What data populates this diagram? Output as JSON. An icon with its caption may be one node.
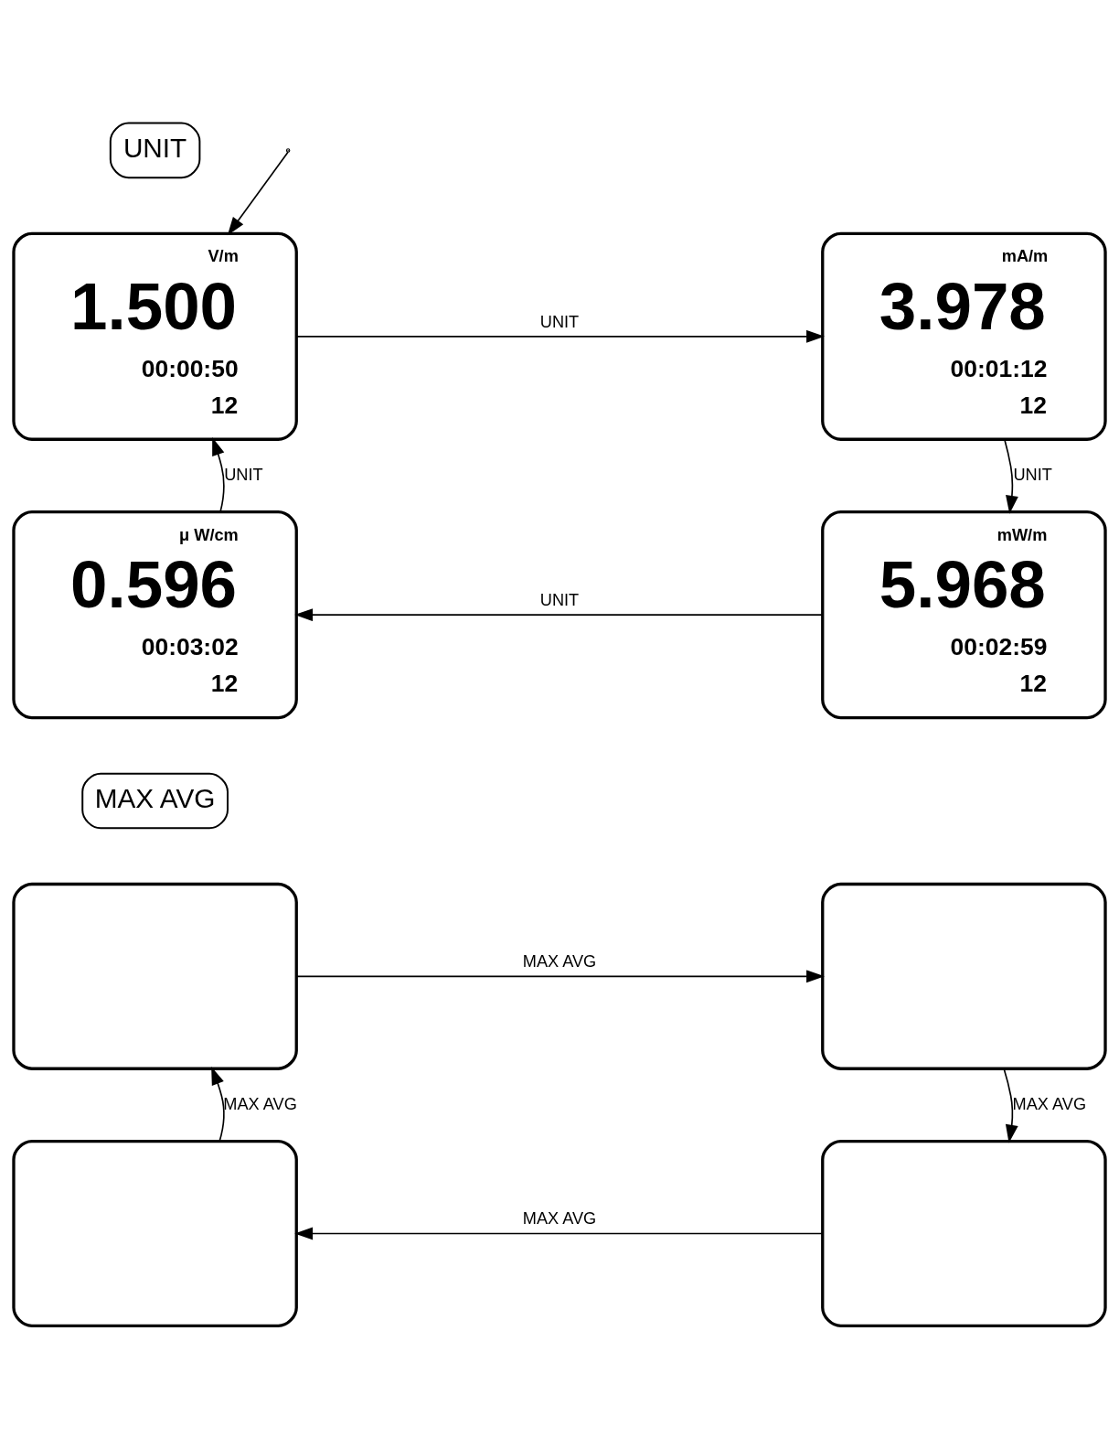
{
  "diagram": {
    "nodes": [
      {
        "text": [
          "UNIT"
        ]
      },
      {
        "text": [
          "V/m",
          "1.500",
          "00:00:50",
          "12"
        ]
      },
      {
        "text": [
          "mA/m",
          "3.978",
          "00:01:12",
          "12"
        ]
      },
      {
        "text": [
          "μ W/cm",
          "0.596",
          "00:03:02",
          "12"
        ]
      },
      {
        "text": [
          "mW/m",
          "5.968",
          "00:02:59",
          "12"
        ]
      },
      {
        "text": [
          "MAX AVG"
        ]
      },
      {
        "text": [],
        "shape": "box"
      },
      {
        "text": [],
        "shape": "box"
      },
      {
        "text": [],
        "shape": "box"
      },
      {
        "text": [],
        "shape": "box"
      }
    ],
    "edges": [
      {
        "from": null,
        "to": 1,
        "arrow": "to"
      },
      {
        "from": 1,
        "to": 2,
        "arrow": "to",
        "label": "UNIT"
      },
      {
        "from": 2,
        "to": 4,
        "arrow": "to",
        "label": "UNIT"
      },
      {
        "from": 4,
        "to": 3,
        "arrow": "to",
        "label": "UNIT"
      },
      {
        "from": 3,
        "to": 1,
        "arrow": "to",
        "label": "UNIT"
      },
      {
        "from": 6,
        "to": 7,
        "arrow": "to",
        "label": "MAX AVG"
      },
      {
        "from": 7,
        "to": 9,
        "arrow": "to",
        "label": "MAX AVG"
      },
      {
        "from": 9,
        "to": 8,
        "arrow": "to",
        "label": "MAX AVG"
      },
      {
        "from": 8,
        "to": 6,
        "arrow": "to",
        "label": "MAX AVG"
      }
    ]
  }
}
